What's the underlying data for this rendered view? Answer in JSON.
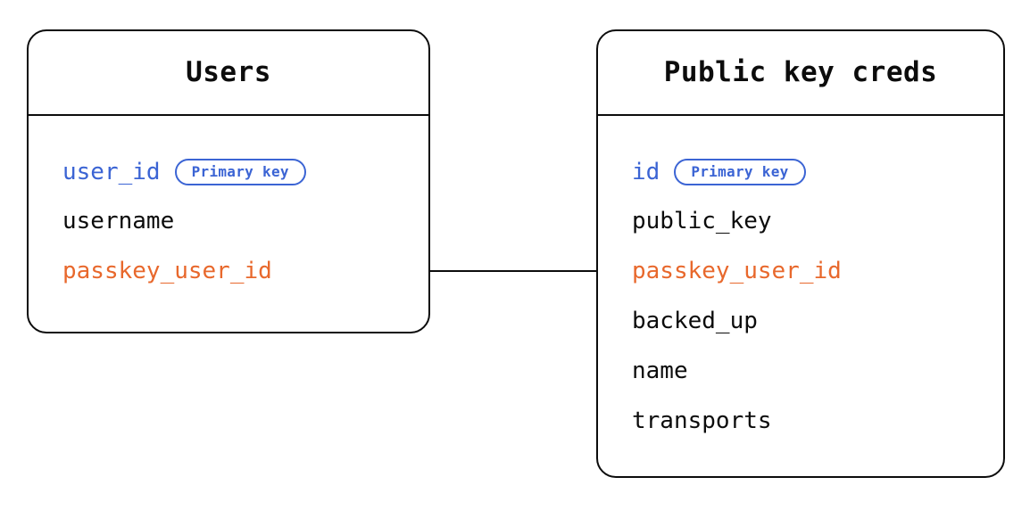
{
  "diagram": {
    "type": "entity-relationship-diagram",
    "background_color": "#ffffff",
    "colors": {
      "stroke": "#0c0c0c",
      "text": "#0c0c0c",
      "primary_key": "#3b64d4",
      "foreign_key": "#e8682c",
      "badge_border": "#3b64d4"
    }
  },
  "entities": [
    {
      "id": "users",
      "title": "Users",
      "fields": [
        {
          "name": "user_id",
          "role": "pk",
          "badge": "Primary key"
        },
        {
          "name": "username",
          "role": "plain",
          "badge": null
        },
        {
          "name": "passkey_user_id",
          "role": "fk",
          "badge": null
        }
      ]
    },
    {
      "id": "public-key-creds",
      "title": "Public key creds",
      "fields": [
        {
          "name": "id",
          "role": "pk",
          "badge": "Primary key"
        },
        {
          "name": "public_key",
          "role": "plain",
          "badge": null
        },
        {
          "name": "passkey_user_id",
          "role": "fk",
          "badge": null
        },
        {
          "name": "backed_up",
          "role": "plain",
          "badge": null
        },
        {
          "name": "name",
          "role": "plain",
          "badge": null
        },
        {
          "name": "transports",
          "role": "plain",
          "badge": null
        }
      ]
    }
  ],
  "relationship": {
    "from_entity": "users",
    "from_field": "passkey_user_id",
    "to_entity": "public-key-creds",
    "to_field": "passkey_user_id",
    "style": "solid-line"
  }
}
